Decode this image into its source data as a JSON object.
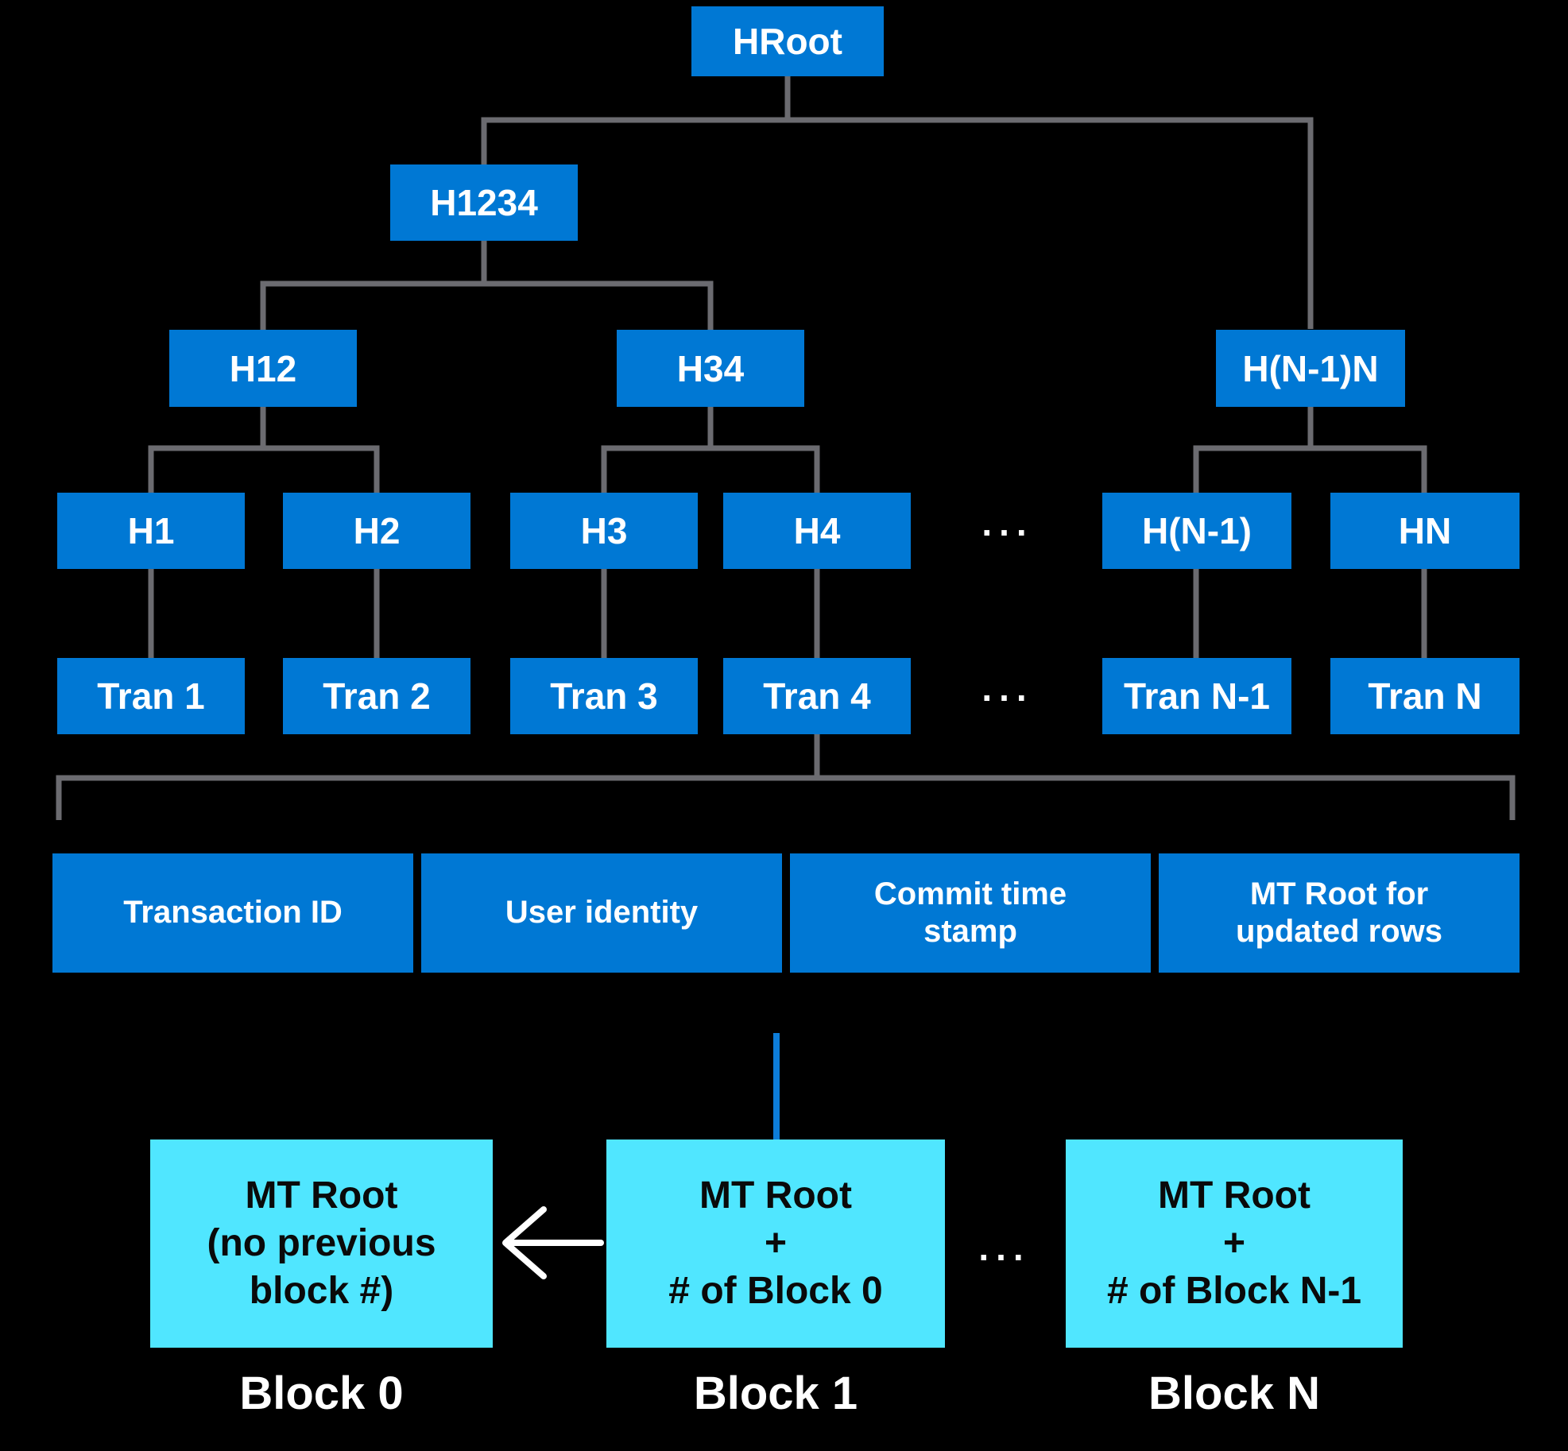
{
  "colors": {
    "background": "#000000",
    "node_blue": "#0078D4",
    "block_cyan": "#50E6FF",
    "connector_gray": "#6B6B70",
    "commit_connector_blue": "#0D7DD9",
    "text_white": "#FFFFFF",
    "text_black": "#0A0A0A"
  },
  "icons": {
    "previous_block_arrow": "left-arrow"
  },
  "tree": {
    "root": {
      "label": "HRoot"
    },
    "level2": [
      {
        "label": "H1234"
      }
    ],
    "level3": [
      {
        "label": "H12"
      },
      {
        "label": "H34"
      },
      {
        "label": "H(N-1)N"
      }
    ],
    "leaves": [
      {
        "label": "H1"
      },
      {
        "label": "H2"
      },
      {
        "label": "H3"
      },
      {
        "label": "H4"
      },
      {
        "label": "H(N-1)"
      },
      {
        "label": "HN"
      }
    ],
    "leaf_ellipsis": "...",
    "transactions": [
      {
        "label": "Tran 1"
      },
      {
        "label": "Tran 2"
      },
      {
        "label": "Tran 3"
      },
      {
        "label": "Tran 4"
      },
      {
        "label": "Tran N-1"
      },
      {
        "label": "Tran N"
      }
    ],
    "tran_ellipsis": "..."
  },
  "transaction_detail": {
    "cells": [
      {
        "label": "Transaction ID"
      },
      {
        "label": "User identity"
      },
      {
        "label": "Commit time\nstamp"
      },
      {
        "label": "MT Root for\nupdated rows"
      }
    ]
  },
  "blocks": [
    {
      "content": "MT Root\n(no previous\nblock #)",
      "label": "Block 0"
    },
    {
      "content": "MT Root\n+\n# of Block 0",
      "label": "Block 1"
    },
    {
      "content": "MT Root\n+\n# of Block N-1",
      "label": "Block N"
    }
  ],
  "blocks_ellipsis": "..."
}
